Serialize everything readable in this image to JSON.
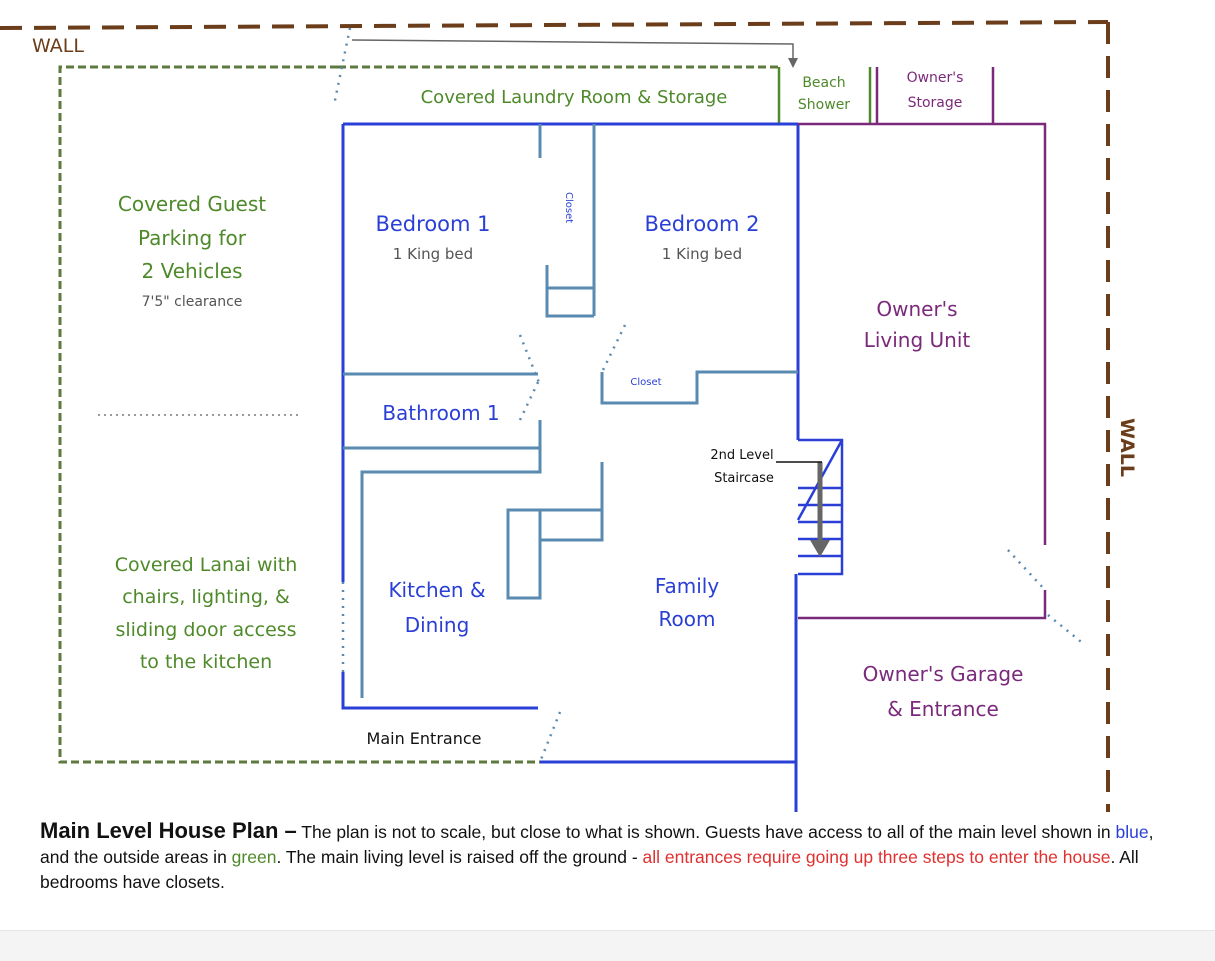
{
  "colors": {
    "guest_blue": "#2a3fd6",
    "outside_green": "#4e8a2a",
    "owner_purple": "#7b2a7b",
    "wall_brown": "#6b3d1a",
    "fixture_steel": "#5a8ab0",
    "dashed_green": "#5e7a3e",
    "caption_red": "#e03030"
  },
  "labels": {
    "wall_top": "WALL",
    "wall_right": "WALL",
    "laundry": "Covered Laundry Room & Storage",
    "beach_shower_1": "Beach",
    "beach_shower_2": "Shower",
    "owners_storage_1": "Owner's",
    "owners_storage_2": "Storage",
    "parking_1": "Covered Guest",
    "parking_2": "Parking for",
    "parking_3": "2 Vehicles",
    "parking_clearance": "7'5\" clearance",
    "bedroom1_name": "Bedroom 1",
    "bedroom1_bed": "1 King bed",
    "bedroom2_name": "Bedroom 2",
    "bedroom2_bed": "1 King bed",
    "closet_vertical": "Closet",
    "closet_small": "Closet",
    "owners_unit_1": "Owner's",
    "owners_unit_2": "Living Unit",
    "bathroom": "Bathroom 1",
    "staircase_1": "2nd Level",
    "staircase_2": "Staircase",
    "lanai_1": "Covered Lanai with",
    "lanai_2": "chairs, lighting, &",
    "lanai_3": "sliding door access",
    "lanai_4": "to the kitchen",
    "kitchen_1": "Kitchen &",
    "kitchen_2": "Dining",
    "family_1": "Family",
    "family_2": "Room",
    "garage_1": "Owner's Garage",
    "garage_2": "& Entrance",
    "main_entrance": "Main Entrance"
  },
  "caption": {
    "title": "Main Level House Plan –",
    "text_1": " The plan is not to scale, but close to what is shown. Guests have access to all of the main level shown in ",
    "blue_word": "blue",
    "text_2": ", and the outside areas in ",
    "green_word": "green",
    "text_3": ".  The main living level is raised off the ground - ",
    "red_text": "all entrances require going up three steps to enter the house",
    "text_4": ".  All bedrooms have closets."
  }
}
